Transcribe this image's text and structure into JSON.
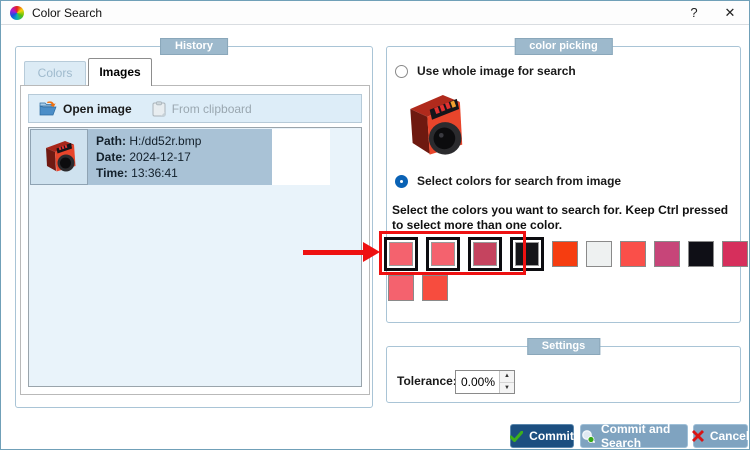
{
  "window": {
    "title": "Color Search",
    "help_label": "?",
    "close_label": "✕"
  },
  "history": {
    "group_label": "History",
    "tabs": [
      {
        "label": "Colors",
        "active": false
      },
      {
        "label": "Images",
        "active": true
      }
    ],
    "toolbar": {
      "open_image_label": "Open image",
      "from_clipboard_label": "From clipboard"
    },
    "items": [
      {
        "path_label": "Path:",
        "path": "H:/dd52r.bmp",
        "date_label": "Date:",
        "date": "2024-12-17",
        "time_label": "Time:",
        "time": "13:36:41"
      }
    ]
  },
  "color_picking": {
    "group_label": "color picking",
    "radios": [
      {
        "label": "Use whole image for search",
        "selected": false
      },
      {
        "label": "Select colors for search from image",
        "selected": true
      }
    ],
    "instruction": "Select the colors you want to search for. Keep Ctrl pressed to select more than one color.",
    "swatches_row1": [
      {
        "color": "#f4626e",
        "selected": true
      },
      {
        "color": "#f4626e",
        "selected": true
      },
      {
        "color": "#c5445f",
        "selected": true
      },
      {
        "color": "#141418",
        "selected": true
      },
      {
        "color": "#f63d10",
        "selected": false
      },
      {
        "color": "#eef1f1",
        "selected": false
      },
      {
        "color": "#fa4f49",
        "selected": false
      },
      {
        "color": "#c74579",
        "selected": false
      },
      {
        "color": "#0f0f16",
        "selected": false
      },
      {
        "color": "#d62f5c",
        "selected": false
      }
    ],
    "swatches_row2": [
      {
        "color": "#f4626e",
        "selected": false
      },
      {
        "color": "#f74c3e",
        "selected": false
      }
    ],
    "annotation_color": "#ee1111"
  },
  "settings": {
    "group_label": "Settings",
    "tolerance_label": "Tolerance:",
    "tolerance_value": "0.00%"
  },
  "footer": {
    "commit_label": "Commit",
    "commit_search_label": "Commit and Search",
    "cancel_label": "Cancel"
  }
}
